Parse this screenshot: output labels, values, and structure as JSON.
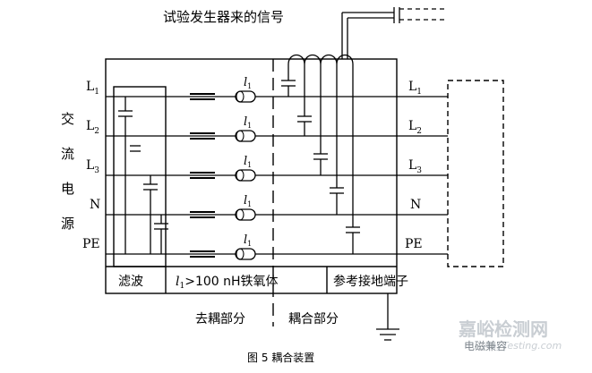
{
  "signal_label": "试验发生器来的信号",
  "source_label": [
    "交",
    "流",
    "电",
    "源"
  ],
  "left_lines": [
    "L1",
    "L2",
    "L3",
    "N",
    "PE"
  ],
  "right_lines": [
    "L1",
    "L2",
    "L3",
    "N",
    "PE"
  ],
  "inductor_label": "l1",
  "bottom_labels": {
    "filter": "滤波",
    "ferrite_l": "l",
    "ferrite_sub": "1",
    "ferrite_rest": ">100 nH铁氧体",
    "ground_terminal": "参考接地端子",
    "decoupling": "去耦部分",
    "coupling": "耦合部分"
  },
  "caption": "图 5 耦合装置",
  "watermark": {
    "site_cn": "嘉峪检测网",
    "site_en": "AnyTesting.com",
    "wechat": "电磁兼容"
  }
}
